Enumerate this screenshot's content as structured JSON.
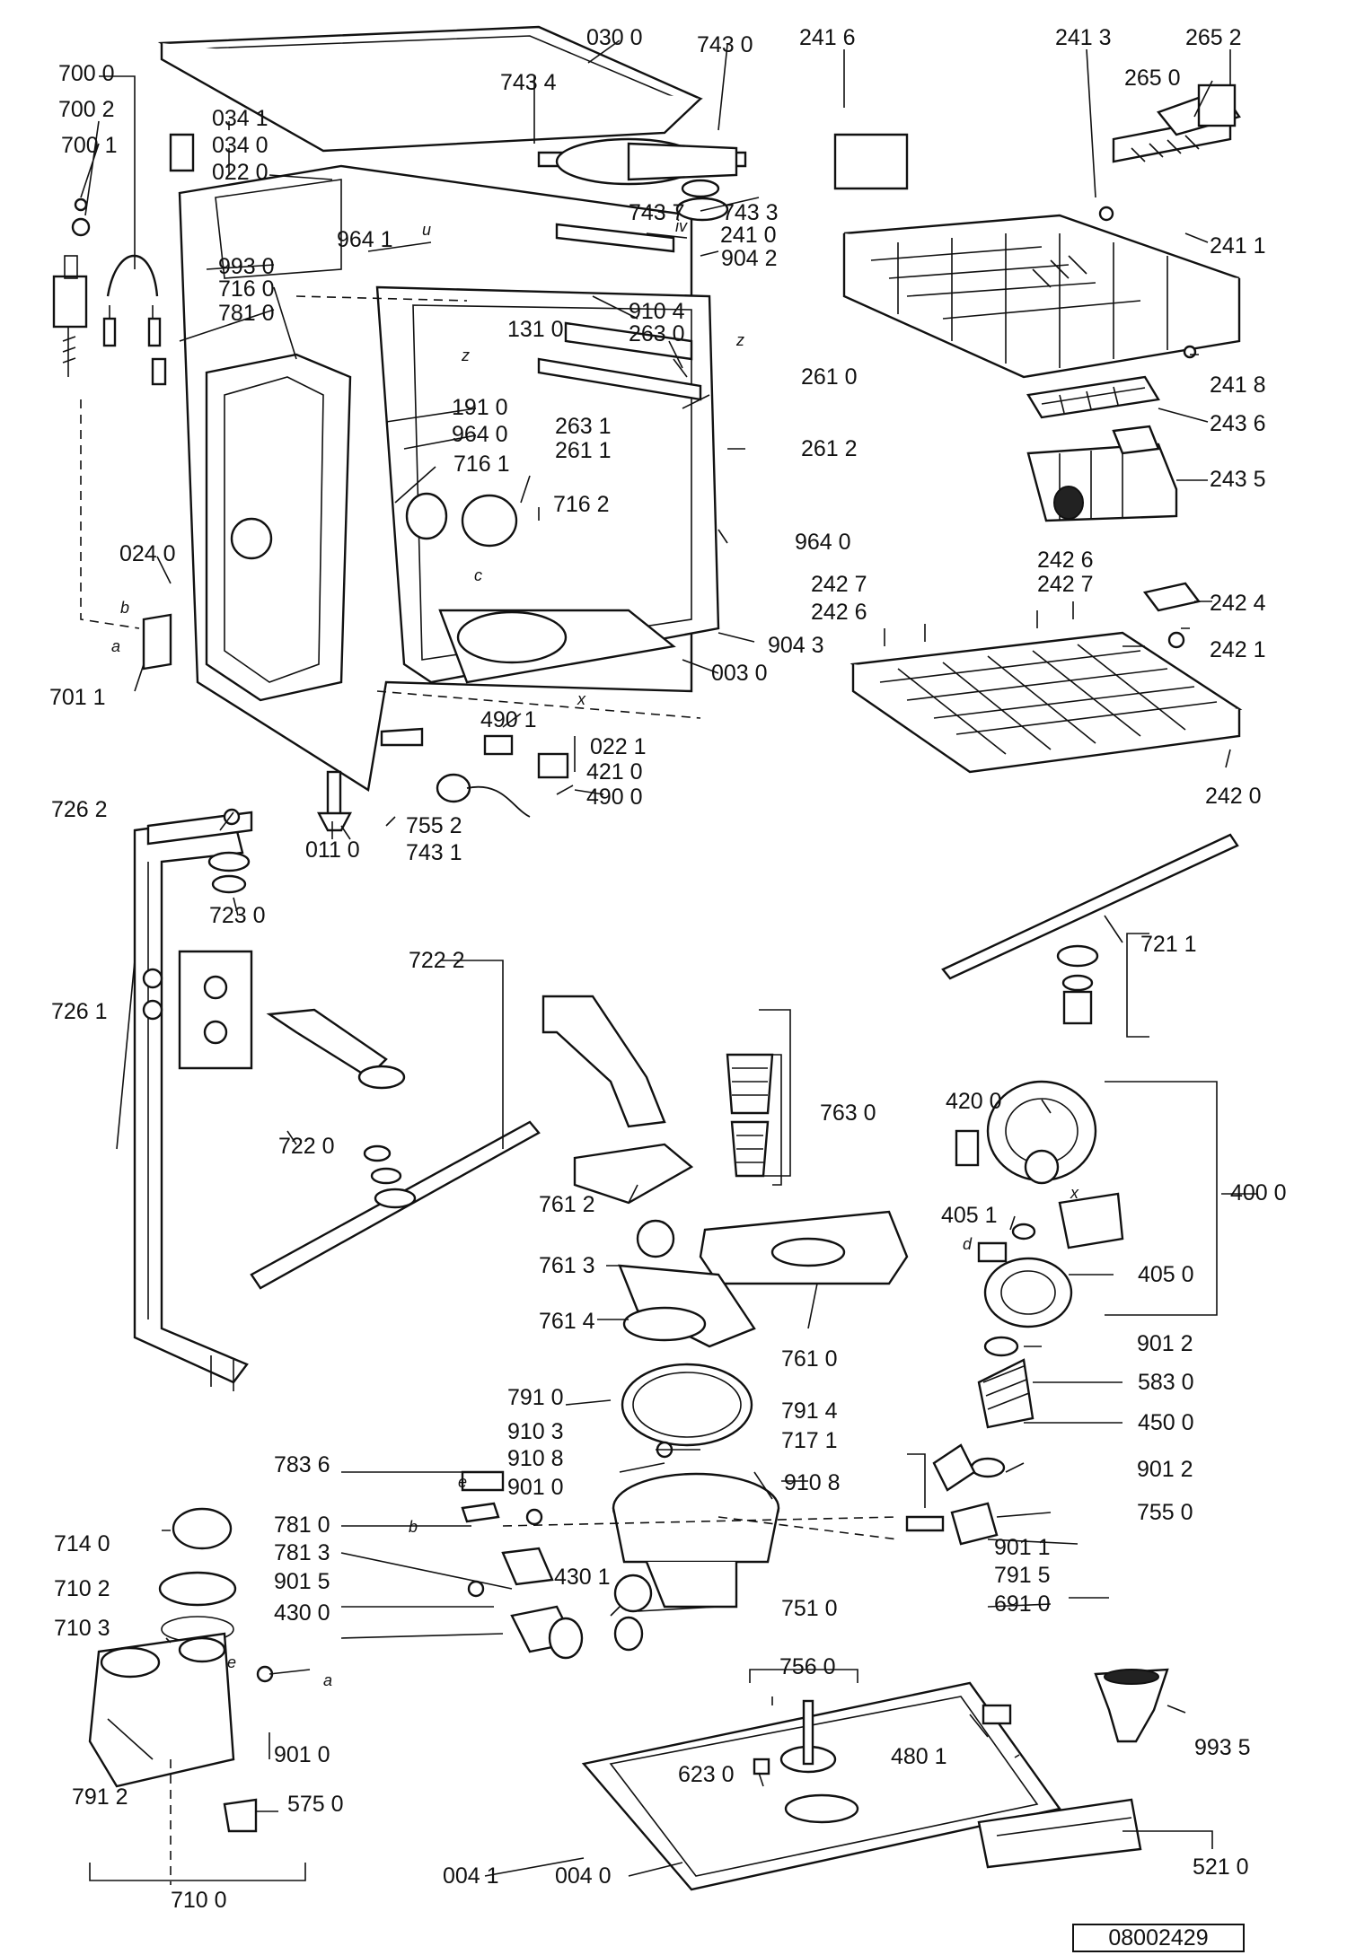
{
  "doc_number": "08002429",
  "letters": [
    "u",
    "iv",
    "z",
    "z",
    "c",
    "x",
    "a",
    "b",
    "d",
    "x",
    "e",
    "b",
    "a",
    "e"
  ],
  "labels": [
    "030 0",
    "743 0",
    "743 4",
    "700 0",
    "700 2",
    "700 1",
    "034 1",
    "034 0",
    "022 0",
    "743 7",
    "743 3",
    "241 0",
    "904 2",
    "964 1",
    "993 0",
    "716 0",
    "781 0",
    "910 4",
    "131 0",
    "263 0",
    "261 0",
    "191 0",
    "964 0",
    "263 1",
    "261 1",
    "261 2",
    "716 1",
    "716 2",
    "964 0",
    "024 0",
    "904 3",
    "003 0",
    "701 1",
    "490 1",
    "022 1",
    "421 0",
    "490 0",
    "755 2",
    "743 1",
    "011 0",
    "241 6",
    "241 3",
    "265 2",
    "265 0",
    "241 1",
    "241 8",
    "243 6",
    "243 5",
    "242 6",
    "242 7",
    "242 7",
    "242 6",
    "242 4",
    "242 1",
    "242 0",
    "726 2",
    "723 0",
    "722 2",
    "726 1",
    "722 0",
    "721 1",
    "763 0",
    "761 2",
    "761 3",
    "761 4",
    "761 0",
    "420 0",
    "400 0",
    "405 1",
    "405 0",
    "901 2",
    "583 0",
    "450 0",
    "901 2",
    "755 0",
    "901 1",
    "791 5",
    "691 0",
    "791 0",
    "910 3",
    "910 8",
    "717 1",
    "791 4",
    "910 8",
    "783 6",
    "901 0",
    "781 0",
    "781 3",
    "901 5",
    "430 1",
    "751 0",
    "430 0",
    "714 0",
    "710 2",
    "710 3",
    "901 0",
    "791 2",
    "575 0",
    "710 0",
    "756 0",
    "480 1",
    "993 5",
    "623 0",
    "004 1",
    "004 0",
    "521 0"
  ]
}
